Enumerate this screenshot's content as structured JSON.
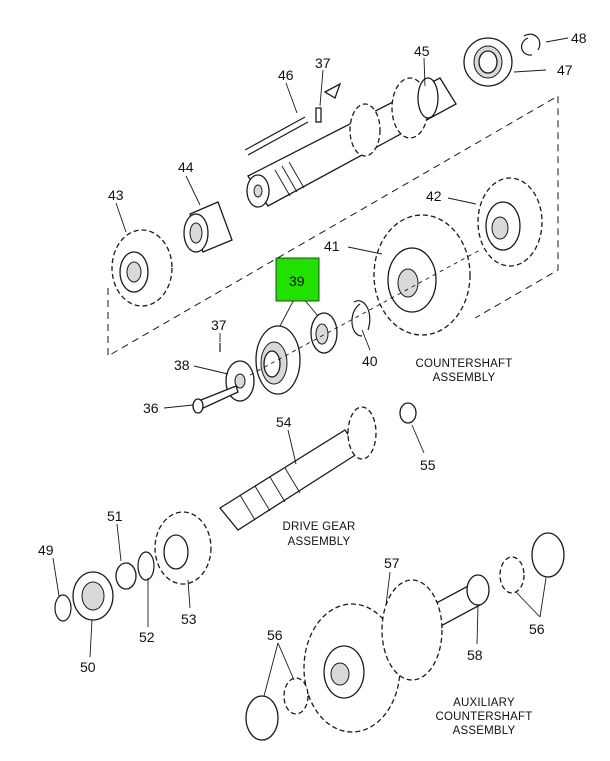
{
  "callouts": {
    "c36": "36",
    "c37a": "37",
    "c37b": "37",
    "c38": "38",
    "c39": "39",
    "c40": "40",
    "c41": "41",
    "c42": "42",
    "c43": "43",
    "c44": "44",
    "c45": "45",
    "c46": "46",
    "c47": "47",
    "c48": "48",
    "c49": "49",
    "c50": "50",
    "c51": "51",
    "c52": "52",
    "c53": "53",
    "c54": "54",
    "c55": "55",
    "c56a": "56",
    "c56b": "56",
    "c57": "57",
    "c58": "58"
  },
  "captions": {
    "countershaft": [
      "COUNTERSHAFT",
      "ASSEMBLY"
    ],
    "drive_gear": [
      "DRIVE GEAR",
      "ASSEMBLY"
    ],
    "aux_countershaft": [
      "AUXILIARY",
      "COUNTERSHAFT",
      "ASSEMBLY"
    ]
  },
  "highlight": {
    "callout": "39",
    "color": "#22e000"
  },
  "colors": {
    "line": "#1a1a1a",
    "background": "#ffffff"
  }
}
